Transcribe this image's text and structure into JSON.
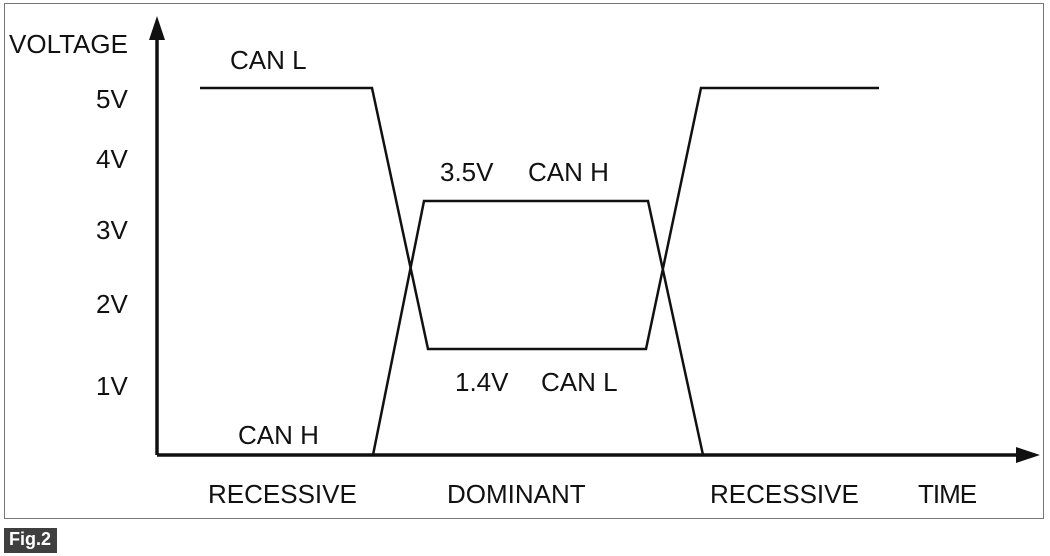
{
  "figure_label": "Fig.2",
  "axis": {
    "y_label": "VOLTAGE",
    "x_label": "TIME",
    "y_ticks": [
      "5V",
      "4V",
      "3V",
      "2V",
      "1V"
    ]
  },
  "signals": {
    "can_l_recessive_label": "CAN L",
    "can_h_recessive_label": "CAN H",
    "can_h_dominant_value": "3.5V",
    "can_h_dominant_label": "CAN H",
    "can_l_dominant_value": "1.4V",
    "can_l_dominant_label": "CAN L"
  },
  "states": [
    "RECESSIVE",
    "DOMINANT",
    "RECESSIVE"
  ]
}
